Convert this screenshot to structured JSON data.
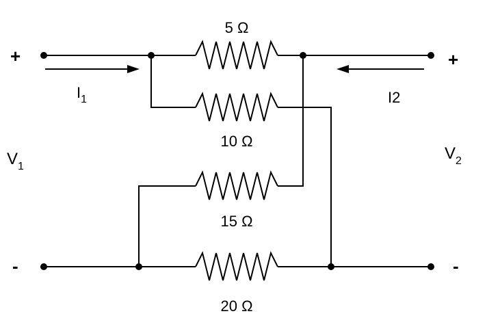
{
  "resistors": {
    "r1": "5 Ω",
    "r2": "10 Ω",
    "r3": "15 Ω",
    "r4": "20 Ω"
  },
  "port1": {
    "plus": "+",
    "minus": "-",
    "voltage_base": "V",
    "voltage_sub": "1",
    "current_base": "I",
    "current_sub": "1"
  },
  "port2": {
    "plus": "+",
    "minus": "-",
    "voltage_base": "V",
    "voltage_sub": "2",
    "current_label": "I2"
  }
}
